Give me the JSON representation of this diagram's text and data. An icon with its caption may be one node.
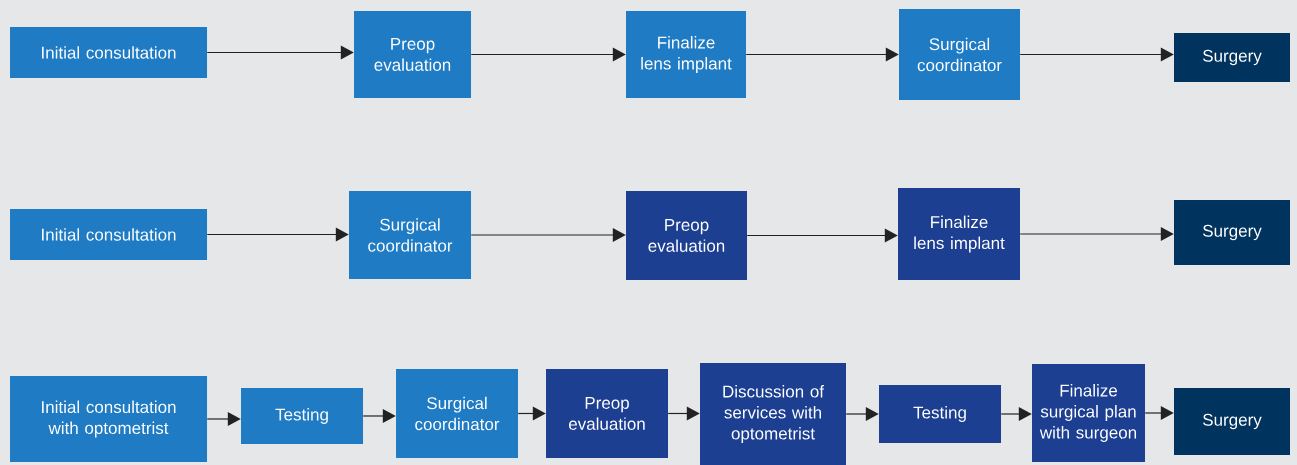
{
  "diagram": {
    "nodes": [
      {
        "text": [
          "Initial consultation"
        ]
      },
      {
        "text": [
          "Preop evaluation"
        ]
      },
      {
        "text": [
          "Finalize lens implant"
        ]
      },
      {
        "text": [
          "Surgical coordinator"
        ]
      },
      {
        "text": [
          "Surgery"
        ]
      },
      {
        "text": [
          "Initial consultation"
        ]
      },
      {
        "text": [
          "Surgical coordinator"
        ]
      },
      {
        "text": [
          "Preop evaluation"
        ]
      },
      {
        "text": [
          "Finalize lens implant"
        ]
      },
      {
        "text": [
          "Surgery"
        ]
      },
      {
        "text": [
          "Initial consultation with optometrist"
        ]
      },
      {
        "text": [
          "Testing"
        ]
      },
      {
        "text": [
          "Surgical coordinator"
        ]
      },
      {
        "text": [
          "Preop evaluation"
        ]
      },
      {
        "text": [
          "Discussion of services with optometrist"
        ]
      },
      {
        "text": [
          "Testing"
        ]
      },
      {
        "text": [
          "Finalize surgical plan with surgeon"
        ]
      },
      {
        "text": [
          "Surgery"
        ]
      }
    ],
    "edges": [
      {
        "from": 0,
        "to": 1,
        "arrow": "to"
      },
      {
        "from": 1,
        "to": 2,
        "arrow": "to"
      },
      {
        "from": 2,
        "to": 3,
        "arrow": "to"
      },
      {
        "from": 3,
        "to": 4,
        "arrow": "to"
      },
      {
        "from": 5,
        "to": 6,
        "arrow": "to"
      },
      {
        "from": 6,
        "to": 7,
        "arrow": "to"
      },
      {
        "from": 7,
        "to": 8,
        "arrow": "to"
      },
      {
        "from": 8,
        "to": 9,
        "arrow": "to"
      },
      {
        "from": 10,
        "to": 11,
        "arrow": "to"
      },
      {
        "from": 11,
        "to": 12,
        "arrow": "to"
      },
      {
        "from": 12,
        "to": 13,
        "arrow": "to"
      },
      {
        "from": 13,
        "to": 14,
        "arrow": "to"
      },
      {
        "from": 14,
        "to": 15,
        "arrow": "to"
      },
      {
        "from": 15,
        "to": 16,
        "arrow": "to"
      },
      {
        "from": 16,
        "to": 17,
        "arrow": "to"
      }
    ]
  }
}
